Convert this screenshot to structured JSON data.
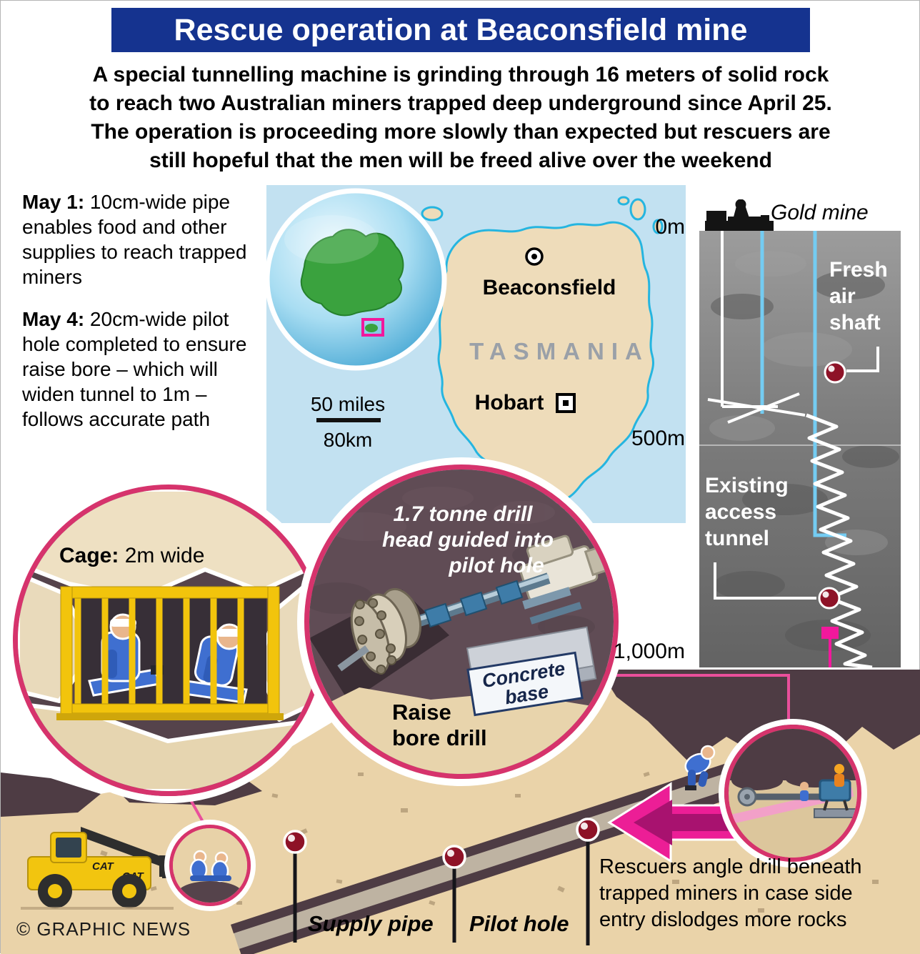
{
  "header": {
    "title": "Rescue operation at Beaconsfield mine"
  },
  "intro": {
    "lines": [
      "A special tunnelling machine is grinding through 16 meters of solid rock",
      "to reach two Australian miners trapped deep underground since April 25.",
      "The operation is proceeding more slowly than expected but rescuers are",
      "still hopeful that the men will be freed alive over the weekend"
    ]
  },
  "notes": [
    {
      "label": "May 1:",
      "text": " 10cm-wide pipe enables food and other supplies to reach trapped miners"
    },
    {
      "label": "May 4:",
      "text": " 20cm-wide pilot hole completed to ensure raise bore – which will widen tunnel to 1m – follows accurate path"
    }
  ],
  "map": {
    "town": "Beaconsfield",
    "region": "TASMANIA",
    "city": "Hobart",
    "scale_miles": "50 miles",
    "scale_km": "80km"
  },
  "mine": {
    "gold_mine": "Gold mine",
    "depth_0": "0m",
    "depth_500": "500m",
    "depth_1000": "1,000m",
    "fresh_air": [
      "Fresh",
      "air",
      "shaft"
    ],
    "access_tunnel": [
      "Existing",
      "access",
      "tunnel"
    ]
  },
  "cage": {
    "label": "Cage:",
    "text": " 2m wide"
  },
  "drill": {
    "caption": [
      "1.7 tonne drill",
      "head guided into",
      "pilot hole"
    ],
    "concrete": [
      "Concrete",
      "base"
    ],
    "raise": [
      "Raise",
      "bore drill"
    ]
  },
  "vehicle": {
    "brand": "CAT"
  },
  "bottom": {
    "supply_pipe": "Supply pipe",
    "pilot_hole": "Pilot hole",
    "rescue_note": [
      "Rescuers angle drill beneath",
      "trapped miners in case side",
      "entry dislodges more rocks"
    ],
    "credit": "© GRAPHIC NEWS"
  },
  "colors": {
    "title_blue": "#15338f",
    "accent_pink": "#ec1e96",
    "ring_pink": "#d6336c",
    "pin_maroon": "#8e1227",
    "cat_yellow": "#f2c50f",
    "sand": "#ead3a9",
    "rock_dark": "#4e3c44"
  }
}
